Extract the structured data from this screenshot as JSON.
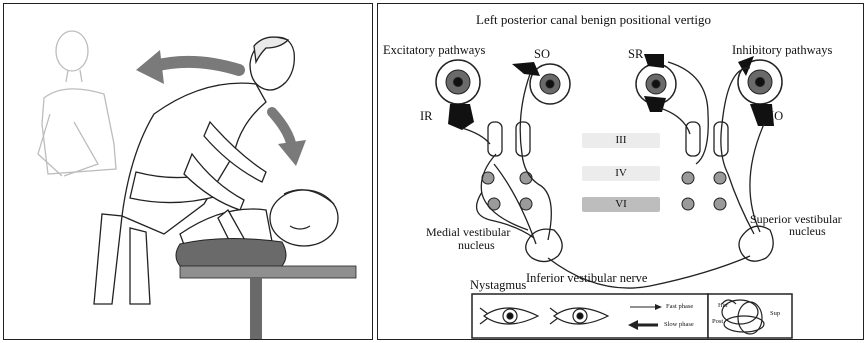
{
  "diagram": {
    "title": "Left posterior canal benign positional vertigo",
    "pathways": {
      "excitatory": "Excitatory pathways",
      "inhibitory": "Inhibitory pathways"
    },
    "muscles": {
      "so": "SO",
      "sr": "SR",
      "ir": "IR",
      "io": "IO"
    },
    "nuclei": {
      "iii": "III",
      "iv": "IV",
      "vi": "VI"
    },
    "labels": {
      "medial_vestibular_line1": "Medial vestibular",
      "medial_vestibular_line2": "nucleus",
      "superior_vestibular_line1": "Superior vestibular",
      "superior_vestibular_line2": "nucleus",
      "inferior_vestibular_nerve": "Inferior vestibular nerve"
    },
    "nystagmus": {
      "label": "Nystagmus",
      "fast_phase": "Fast phase",
      "slow_phase": "Slow phase"
    },
    "canal_inset": {
      "hor": "Hor",
      "post": "Post",
      "sup": "Sup"
    }
  },
  "colors": {
    "outline": "#222222",
    "nucleus_box_light": "#ececec",
    "nucleus_box_dark": "#bdbdbd",
    "nucleus_dot": "#9a9a9a",
    "pillow": "#6a6a6a",
    "table": "#8f8f8f"
  }
}
